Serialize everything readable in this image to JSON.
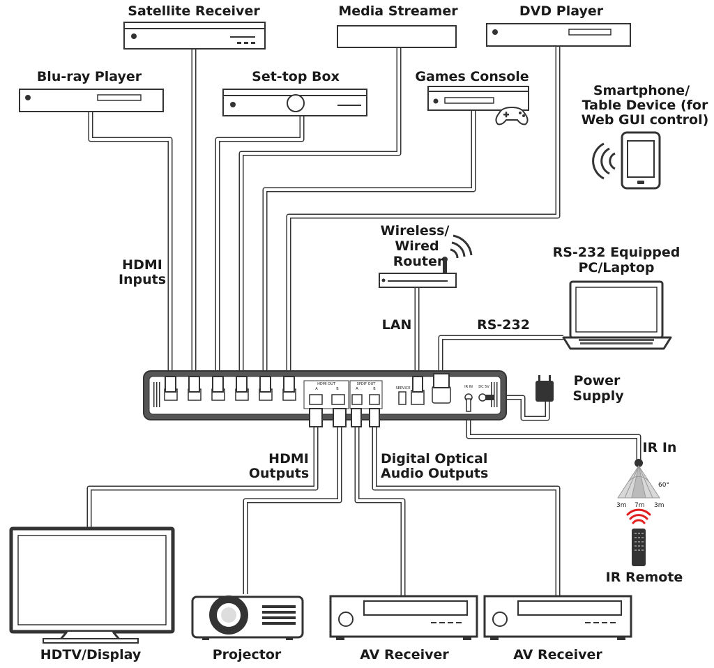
{
  "devices": {
    "satellite": "Satellite Receiver",
    "media": "Media Streamer",
    "dvd": "DVD Player",
    "bluray": "Blu-ray Player",
    "settop": "Set-top Box",
    "games": "Games Console",
    "smartphone": [
      "Smartphone/",
      "Table Device (for",
      "Web GUI control)"
    ],
    "router": [
      "Wireless/",
      "Wired",
      "Router"
    ],
    "pc": [
      "RS-232 Equipped",
      "PC/Laptop"
    ],
    "power": [
      "Power",
      "Supply"
    ],
    "ir_in": "IR In",
    "ir_remote": "IR Remote",
    "hdtv": "HDTV/Display",
    "projector": "Projector",
    "av1": "AV Receiver",
    "av2": "AV Receiver"
  },
  "connections": {
    "hdmi_inputs": [
      "HDMI",
      "Inputs"
    ],
    "hdmi_outputs": [
      "HDMI",
      "Outputs"
    ],
    "optical": [
      "Digital Optical",
      "Audio Outputs"
    ],
    "lan": "LAN",
    "rs232": "RS-232"
  },
  "ir_diagram": {
    "angle": "60°",
    "left": "3m",
    "center": "7m",
    "right": "3m"
  },
  "panel": {
    "hdmi_out": "HDMI OUT",
    "spdif_out": "SPDIF OUT",
    "service": "SERVICE",
    "ir_in": "IR IN",
    "dc": "DC 5V",
    "port_a": "A",
    "port_b": "B"
  }
}
